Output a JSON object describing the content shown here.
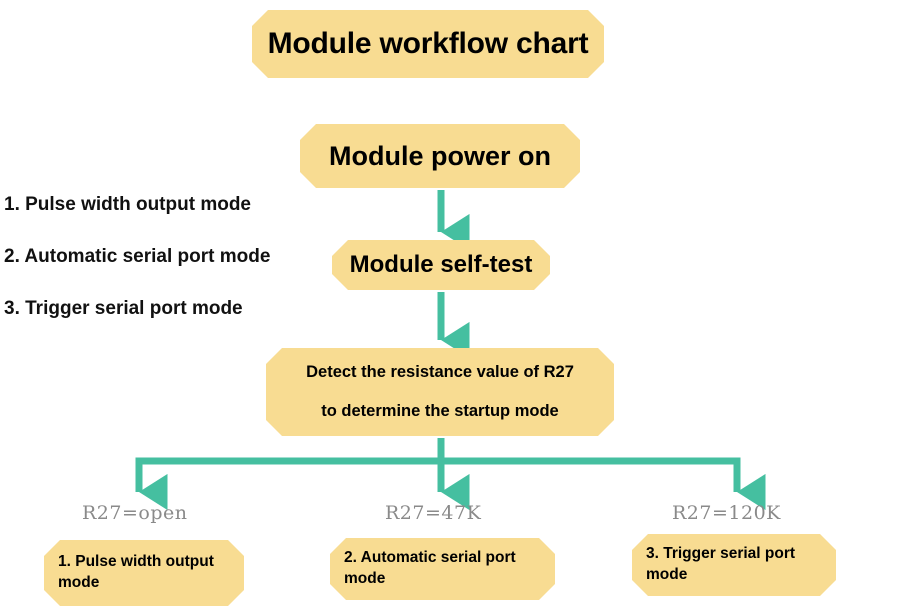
{
  "page": {
    "title": "Module workflow chart",
    "box_fill": "#F8DC92",
    "arrow_color": "#45BFA0",
    "background": "#FFFFFF"
  },
  "flow": {
    "title_node": "Module workflow chart",
    "nodes": [
      {
        "id": "power",
        "label": "Module power on"
      },
      {
        "id": "selftest",
        "label": "Module self-test"
      }
    ],
    "decision": {
      "line1": "Detect the resistance value of R27",
      "line2": "to determine the startup mode"
    },
    "branches": [
      {
        "condition": "R27=open",
        "result_line1": "1. Pulse width output",
        "result_line2": "mode"
      },
      {
        "condition": "R27=47K",
        "result_line1": "2. Automatic serial port",
        "result_line2": "mode"
      },
      {
        "condition": "R27=120K",
        "result_line1": "3. Trigger serial port",
        "result_line2": "mode"
      }
    ]
  },
  "legend": {
    "items": [
      "1. Pulse width output mode",
      "2. Automatic serial port mode",
      "3. Trigger serial port mode"
    ]
  }
}
